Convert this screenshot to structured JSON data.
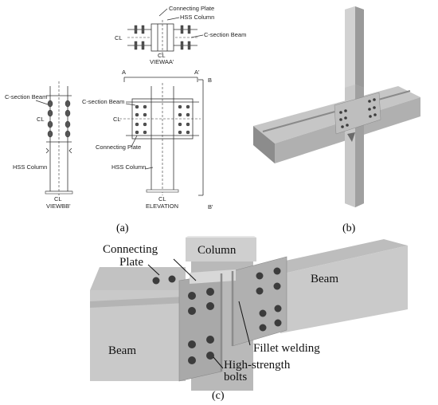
{
  "panel_a": {
    "caption": "(a)",
    "top_view": {
      "connecting_plate": "Connecting Plate",
      "hss_column": "HSS Column",
      "cl": "CL",
      "c_section_beam": "C-section Beam",
      "cl_bottom": "CL",
      "view_label": "VIEWAA'"
    },
    "side_view": {
      "c_section_beam": "C-section Beam",
      "cl": "CL",
      "hss_column": "HSS Column",
      "cl_bottom": "CL",
      "view_label": "VIEWBB'"
    },
    "elevation": {
      "a": "A",
      "a_prime": "A'",
      "b": "B",
      "b_prime": "B'",
      "c_section_beam": "C-section Beam",
      "cl": "CL",
      "connecting_plate": "Connecting Plate",
      "hss_column": "HSS Column",
      "cl_bottom": "CL",
      "view_label": "ELEVATION"
    }
  },
  "panel_b": {
    "caption": "(b)"
  },
  "panel_c": {
    "caption": "(c)",
    "column": "Column",
    "connecting_plate_1": "Connecting",
    "connecting_plate_2": "Plate",
    "beam_right": "Beam",
    "beam_left": "Beam",
    "fillet_welding": "Fillet welding",
    "bolts_1": "High-strength",
    "bolts_2": "bolts"
  },
  "colors": {
    "steel_light": "#d4d4d4",
    "steel_mid": "#a8a8a8",
    "steel_dark": "#7a7a7a",
    "bolt": "#3c3c3c"
  }
}
